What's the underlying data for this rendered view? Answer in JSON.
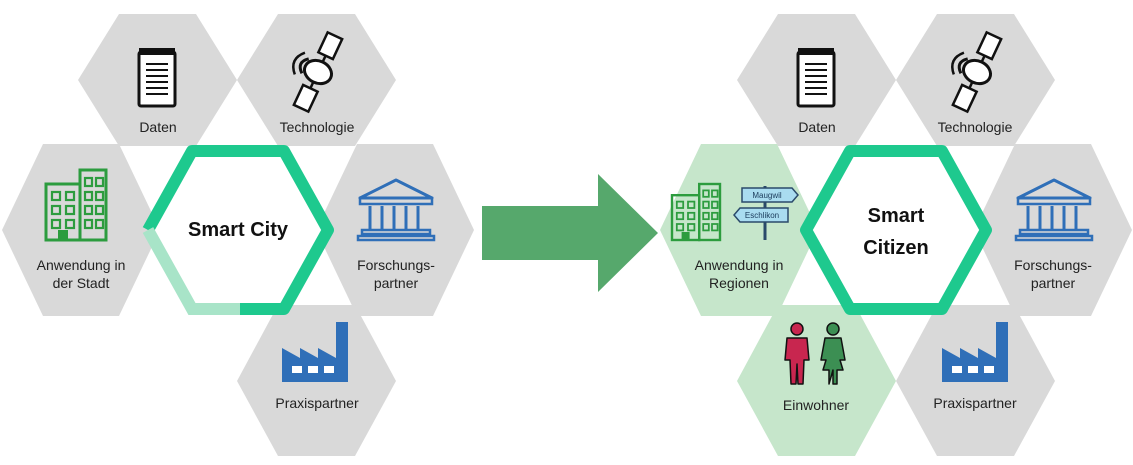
{
  "colors": {
    "hex_gray": "#d9d9d9",
    "hex_green_light": "#c6e6cb",
    "ring_green": "#1ec98e",
    "ring_green_faded": "#a8e4c8",
    "arrow_green": "#56a86c",
    "icon_black": "#111111",
    "icon_blue": "#2f6fb8",
    "icon_green": "#2c9c3e",
    "icon_red": "#c8264f",
    "icon_darkgreen": "#3c8f53",
    "sign_blue": "#a9dcf0"
  },
  "left": {
    "center_title": [
      "Smart City"
    ],
    "tiles": {
      "daten": {
        "label": [
          "Daten"
        ],
        "icon": "notepad-icon"
      },
      "technologie": {
        "label": [
          "Technologie"
        ],
        "icon": "satellite-icon"
      },
      "forschung": {
        "label": [
          "Forschungs-",
          "partner"
        ],
        "icon": "institution-icon"
      },
      "praxis": {
        "label": [
          "Praxispartner"
        ],
        "icon": "factory-icon"
      },
      "anwendung": {
        "label": [
          "Anwendung in",
          "der Stadt"
        ],
        "icon": "office-building-icon"
      }
    }
  },
  "right": {
    "center_title": [
      "Smart",
      "Citizen"
    ],
    "tiles": {
      "daten": {
        "label": [
          "Daten"
        ],
        "icon": "notepad-icon"
      },
      "technologie": {
        "label": [
          "Technologie"
        ],
        "icon": "satellite-icon"
      },
      "forschung": {
        "label": [
          "Forschungs-",
          "partner"
        ],
        "icon": "institution-icon"
      },
      "praxis": {
        "label": [
          "Praxispartner"
        ],
        "icon": "factory-icon"
      },
      "anwendung": {
        "label": [
          "Anwendung in",
          "Regionen"
        ],
        "icon": "office-building-icon"
      },
      "einwohner": {
        "label": [
          "Einwohner"
        ],
        "icon": "residents-icon"
      }
    },
    "signpost": {
      "top": "Maugwil",
      "bottom": "Eschlikon",
      "icon": "signpost-icon"
    }
  },
  "arrow": {
    "icon": "right-arrow-icon"
  }
}
